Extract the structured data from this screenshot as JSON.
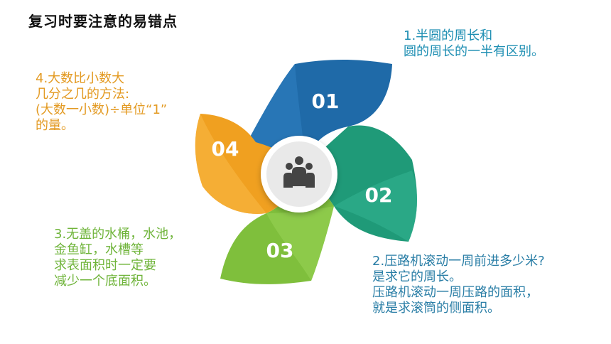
{
  "title": "复习时要注意的易错点",
  "blades": [
    {
      "number": "01",
      "color": "#1f6aa8",
      "color_light": "#2f7fc0"
    },
    {
      "number": "02",
      "color": "#1f9a78",
      "color_light": "#2fae8c"
    },
    {
      "number": "03",
      "color": "#7fbf3c",
      "color_light": "#93cf50"
    },
    {
      "number": "04",
      "color": "#f0a020",
      "color_light": "#f6b43e"
    }
  ],
  "center_icon": "people-group-icon",
  "notes": [
    {
      "lines": [
        "1.半圆的周长和",
        "圆的周长的一半有区别。"
      ],
      "color": "#1f8fb3"
    },
    {
      "lines": [
        "2.压路机滚动一周前进多少米?",
        "是求它的周长。",
        "压路机滚动一周压路的面积，",
        "就是求滚筒的侧面积。"
      ],
      "color": "#2a7ea6"
    },
    {
      "lines": [
        "3.无盖的水桶，水池，",
        "金鱼缸，水槽等",
        "求表面积时一定要",
        "减少一个底面积。"
      ],
      "color": "#6fb43a"
    },
    {
      "lines": [
        "4.大数比小数大",
        "几分之几的方法:",
        "(大数一小数)÷单位“1”",
        "的量。"
      ],
      "color": "#e39a22"
    }
  ]
}
